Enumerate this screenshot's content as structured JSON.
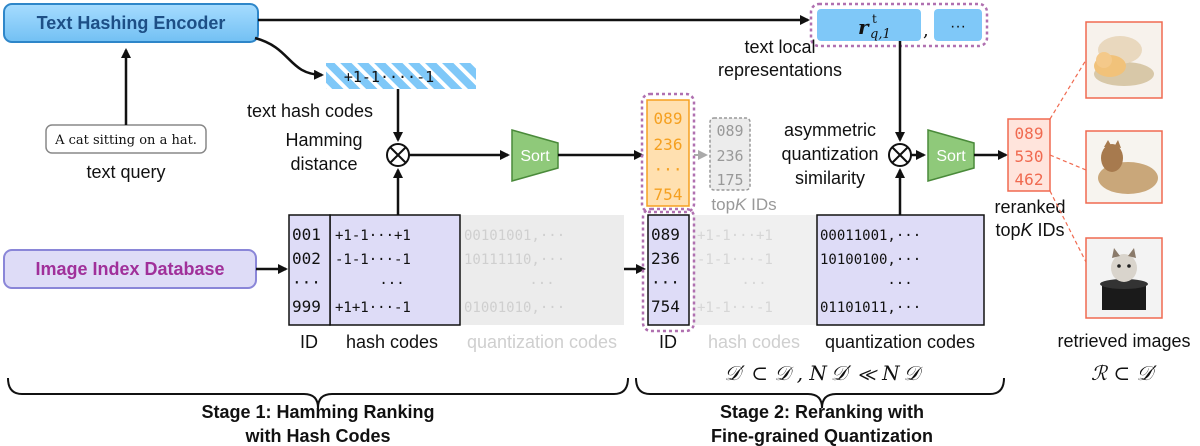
{
  "encoder": {
    "label": "Text Hashing Encoder"
  },
  "database": {
    "label": "Image Index Database"
  },
  "query": {
    "text": "A cat sitting on a hat.",
    "caption": "text query"
  },
  "hash_codes": {
    "bar": "+1-1····-1",
    "caption": "text hash codes"
  },
  "hamming": {
    "line1": "Hamming",
    "line2": "distance"
  },
  "sort1": {
    "label": "Sort"
  },
  "sort2": {
    "label": "Sort"
  },
  "local_repr": {
    "symbol": "r",
    "sup": "t",
    "sub": "q,1",
    "comma": ",",
    "ellipsis": "···",
    "line1": "text local",
    "line2": "representations"
  },
  "stage1_table": {
    "ids": [
      "001",
      "002",
      "···",
      "999"
    ],
    "hashes": [
      "+1-1···+1",
      "-1-1···-1",
      "···",
      "+1+1···-1"
    ],
    "quant": [
      "00101001,···",
      "10111110,···",
      "···",
      "01001010,···"
    ],
    "col_id": "ID",
    "col_hash": "hash codes",
    "col_quant": "quantization codes"
  },
  "stage2_table": {
    "ids": [
      "089",
      "236",
      "···",
      "754"
    ],
    "hashes": [
      "+1-1···+1",
      "-1-1···-1",
      "···",
      "+1-1···-1"
    ],
    "quant": [
      "00011001,···",
      "10100100,···",
      "···",
      "01101011,···"
    ],
    "col_id": "ID",
    "col_hash": "hash codes",
    "col_quant": "quantization codes"
  },
  "orange_ids": [
    "089",
    "236",
    "···",
    "754"
  ],
  "gray_ids": [
    "089",
    "236",
    "175"
  ],
  "topk": {
    "prefix": "top",
    "k": "K",
    "suffix": " IDs"
  },
  "asym": {
    "line1": "asymmetric",
    "line2": "quantization",
    "line3": "similarity"
  },
  "reranked": {
    "ids": [
      "089",
      "530",
      "462"
    ],
    "line1": "reranked",
    "line2_prefix": "top",
    "line2_k": "K",
    "line2_suffix": " IDs"
  },
  "retrieved": {
    "line1": "retrieved images",
    "math": "ℛ ⊂ 𝒟′"
  },
  "subset_math": "𝒟′ ⊂ 𝒟 , N 𝒟′ ≪ N 𝒟",
  "stage1": {
    "line1": "Stage 1: Hamming Ranking",
    "line2": "with Hash Codes"
  },
  "stage2": {
    "line1": "Stage 2: Reranking with",
    "line2": "Fine-grained Quantization"
  },
  "colors": {
    "blue": "#7fc8f8",
    "blue_border": "#2e86c9",
    "purple": "#a0309a",
    "green": "#8fc97a",
    "orange": "#f5a020",
    "red": "#f06a50",
    "table_fill": "#dedcf7"
  }
}
